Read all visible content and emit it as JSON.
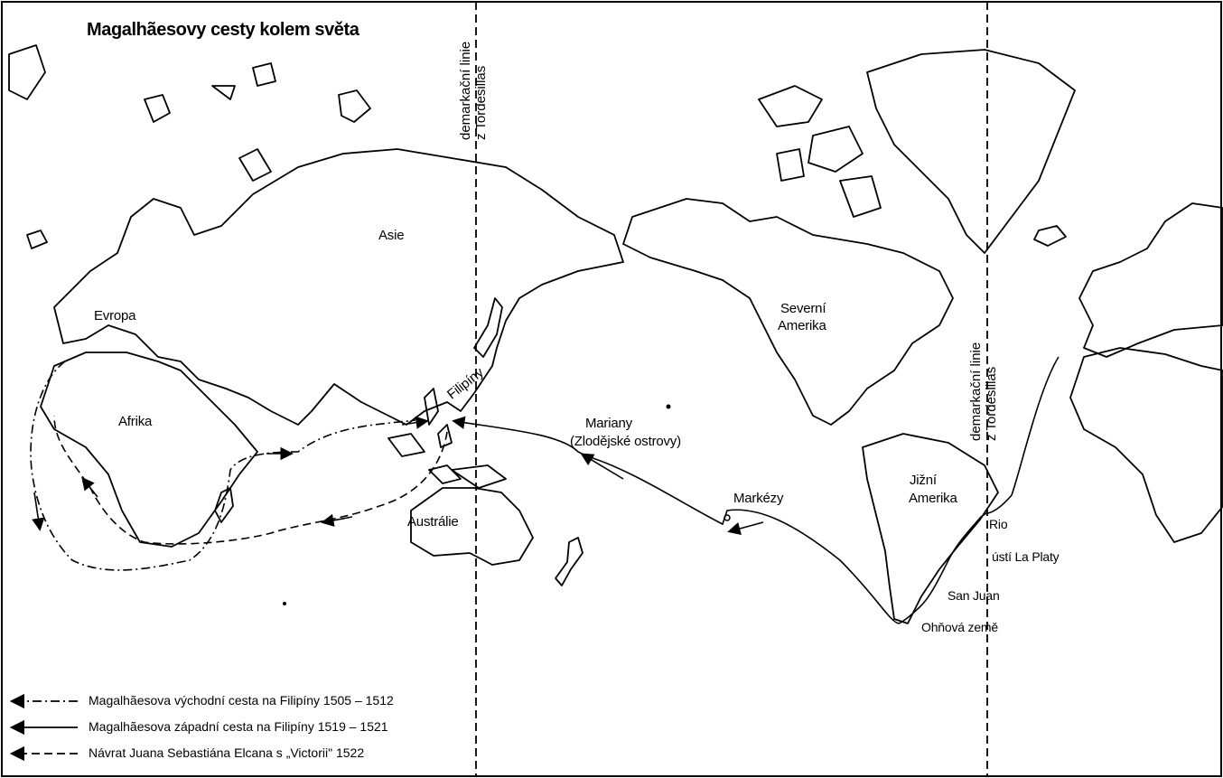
{
  "map": {
    "title": "Magalhãesovy cesty kolem světa",
    "demarcation_line": {
      "line1": "demarkační linie",
      "line2": "z Tordesillas"
    },
    "labels": {
      "asie": "Asie",
      "evropa": "Evropa",
      "afrika": "Afrika",
      "australie": "Austrálie",
      "filipiny": "Filipíny",
      "mariany_1": "Mariany",
      "mariany_2": "(Zlodějské ostrovy)",
      "markezy": "Markézy",
      "severni_1": "Severní",
      "severni_2": "Amerika",
      "jizni_1": "Jižní",
      "jizni_2": "Amerika",
      "rio": "Rio",
      "la_plata": "ústí La Platy",
      "san_juan": "San Juan",
      "ohnova": "Ohňová země"
    },
    "legend": [
      {
        "style": "dash-dot",
        "text": "Magalhãesova východní cesta na Filipíny 1505 – 1512"
      },
      {
        "style": "solid",
        "text": "Magalhãesova západní cesta na Filipíny 1519 – 1521"
      },
      {
        "style": "dashed",
        "text": "Návrat Juana Sebastiána Elcana s „Victorii\" 1522"
      }
    ],
    "colors": {
      "ink": "#000000",
      "paper": "#ffffff"
    }
  }
}
